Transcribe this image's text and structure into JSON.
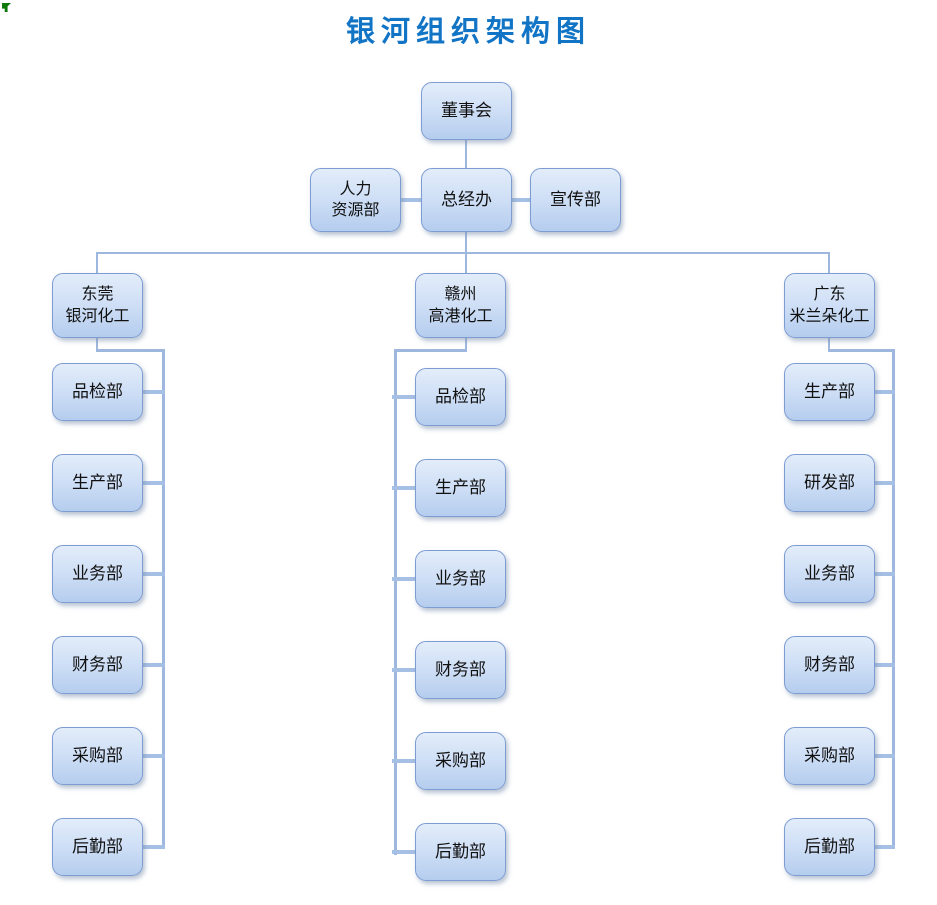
{
  "title": {
    "text": "银河组织架构图",
    "color": "#1274c5"
  },
  "corner_mark": {
    "name": "green-corner-marker",
    "color": "#0b7a0b"
  },
  "colors": {
    "box_border": "#7d9cd2",
    "box_fill_top": "#e3edfa",
    "box_fill_bottom": "#b5cdee",
    "connector": "#9db7de",
    "connector_stub": "#a6bfe4",
    "box_text": "#111111"
  },
  "root": {
    "label": "董事会"
  },
  "level2": {
    "hr": {
      "line1": "人力",
      "line2": "资源部"
    },
    "gm_office": {
      "label": "总经办"
    },
    "publicity": {
      "label": "宣传部"
    }
  },
  "branches": [
    {
      "line1": "东莞",
      "line2": "银河化工",
      "departments": [
        "品检部",
        "生产部",
        "业务部",
        "财务部",
        "采购部",
        "后勤部"
      ]
    },
    {
      "line1": "赣州",
      "line2": "高港化工",
      "departments": [
        "品检部",
        "生产部",
        "业务部",
        "财务部",
        "采购部",
        "后勤部"
      ]
    },
    {
      "line1": "广东",
      "line2": "米兰朵化工",
      "departments": [
        "生产部",
        "研发部",
        "业务部",
        "财务部",
        "采购部",
        "后勤部"
      ]
    }
  ]
}
